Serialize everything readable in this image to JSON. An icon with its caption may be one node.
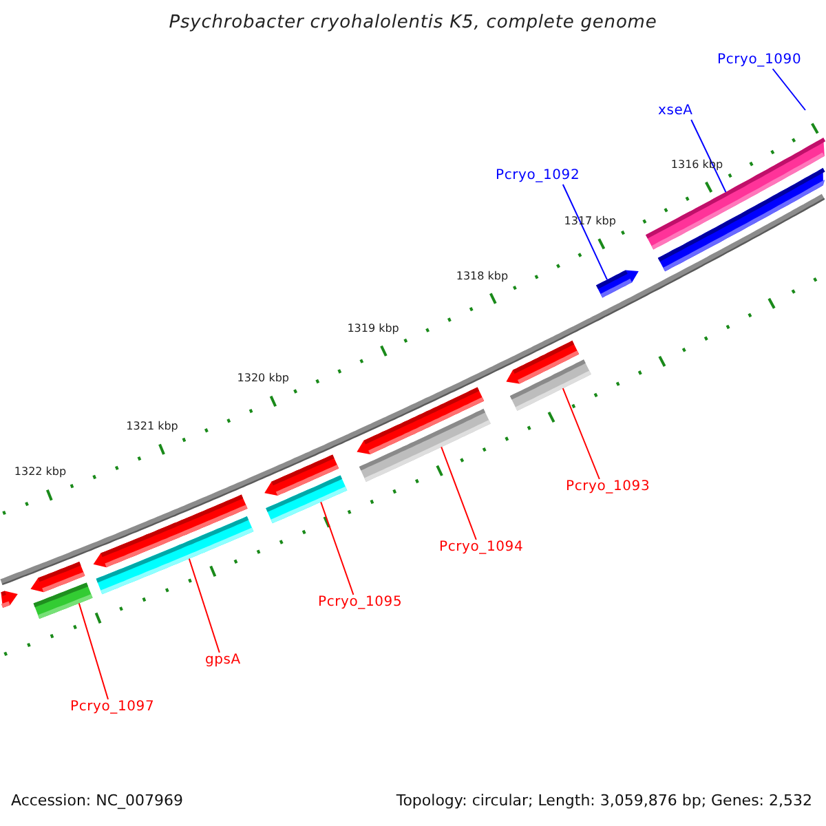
{
  "diagram": {
    "title": "Psychrobacter cryohalolentis K5, complete genome",
    "nodes": [
      {
        "text": [
          "Pcryo_1090"
        ]
      },
      {
        "text": [
          "xseA"
        ]
      },
      {
        "text": [
          "Pcryo_1092"
        ]
      },
      {
        "text": [],
        "shape": "bar"
      },
      {
        "text": [],
        "shape": "bar"
      },
      {
        "text": [],
        "shape": "bar"
      },
      {
        "text": [],
        "shape": "bar"
      },
      {
        "text": [],
        "shape": "bar"
      },
      {
        "text": [],
        "shape": "bar"
      },
      {
        "text": [],
        "shape": "bar"
      },
      {
        "text": [],
        "shape": "bar"
      },
      {
        "text": [],
        "shape": "bar"
      },
      {
        "text": [],
        "shape": "bar"
      },
      {
        "text": [],
        "shape": "bar"
      },
      {
        "text": [],
        "shape": "bar"
      },
      {
        "text": [],
        "shape": "bar"
      },
      {
        "text": [],
        "shape": "bar"
      },
      {
        "text": [
          "Pcryo_1093"
        ]
      },
      {
        "text": [
          "Pcryo_1094"
        ]
      },
      {
        "text": [
          "Pcryo_1095"
        ]
      },
      {
        "text": [
          "gpsA"
        ]
      },
      {
        "text": [
          "Pcryo_1097"
        ]
      }
    ],
    "edges": [
      {
        "from": 0,
        "to": null,
        "arrow": "none",
        "color": "#0000ff"
      },
      {
        "from": 1,
        "to": 3,
        "arrow": "none",
        "color": "#0000ff"
      },
      {
        "from": 2,
        "to": 5,
        "arrow": "none",
        "color": "#0000ff"
      },
      {
        "from": 17,
        "to": 7,
        "arrow": "none"
      },
      {
        "from": 18,
        "to": 9,
        "arrow": "none"
      },
      {
        "from": 19,
        "to": 11,
        "arrow": "none"
      },
      {
        "from": 20,
        "to": 13,
        "arrow": "none"
      },
      {
        "from": 21,
        "to": 15,
        "arrow": "none"
      }
    ],
    "labels": [
      "1316 kbp",
      "1317 kbp",
      "1318 kbp",
      "1319 kbp",
      "1320 kbp",
      "1321 kbp",
      "1322 kbp",
      "Accession: NC_007969",
      "Topology: circular; Length: 3,059,876 bp; Genes: 2,532"
    ]
  }
}
